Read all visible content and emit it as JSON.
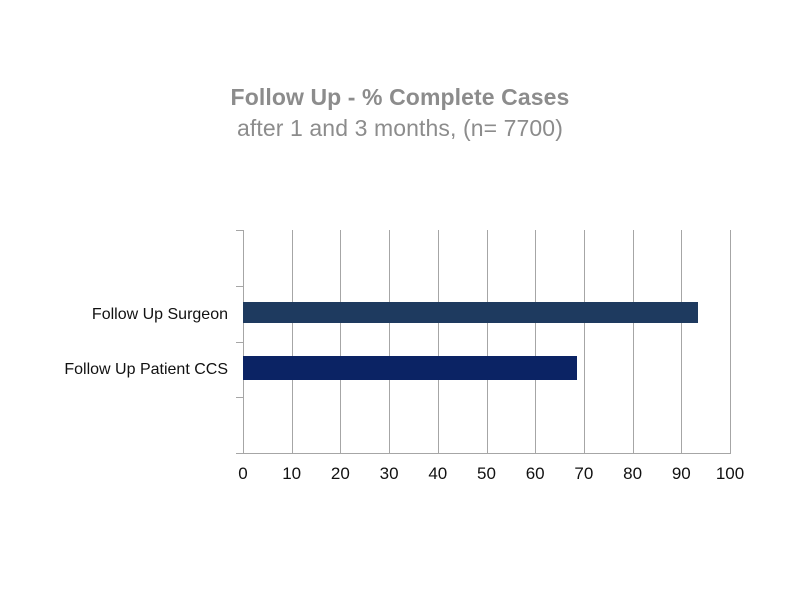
{
  "chart_data": {
    "type": "bar",
    "orientation": "horizontal",
    "title": "Follow Up - % Complete Cases",
    "subtitle": "after 1 and 3 months, (n= 7700)",
    "xlabel": "",
    "ylabel": "",
    "categories": [
      "Follow Up Surgeon",
      "Follow Up Patient CCS"
    ],
    "values": [
      93.5,
      68.5
    ],
    "xlim": [
      0,
      100
    ],
    "xticks": [
      0,
      10,
      20,
      30,
      40,
      50,
      60,
      70,
      80,
      90,
      100
    ],
    "xtick_labels": [
      "0",
      "10",
      "20",
      "30",
      "40",
      "50",
      "60",
      "70",
      "80",
      "90",
      "100"
    ],
    "grid": "vertical",
    "legend": "none",
    "bar_colors": [
      "#1e3a5f",
      "#0b2364"
    ],
    "colors": {
      "title_text": "#8c8c8c",
      "label_text": "#111111",
      "gridline": "#a6a6a6",
      "axis_line": "#a6a6a6",
      "background": "#ffffff"
    }
  }
}
